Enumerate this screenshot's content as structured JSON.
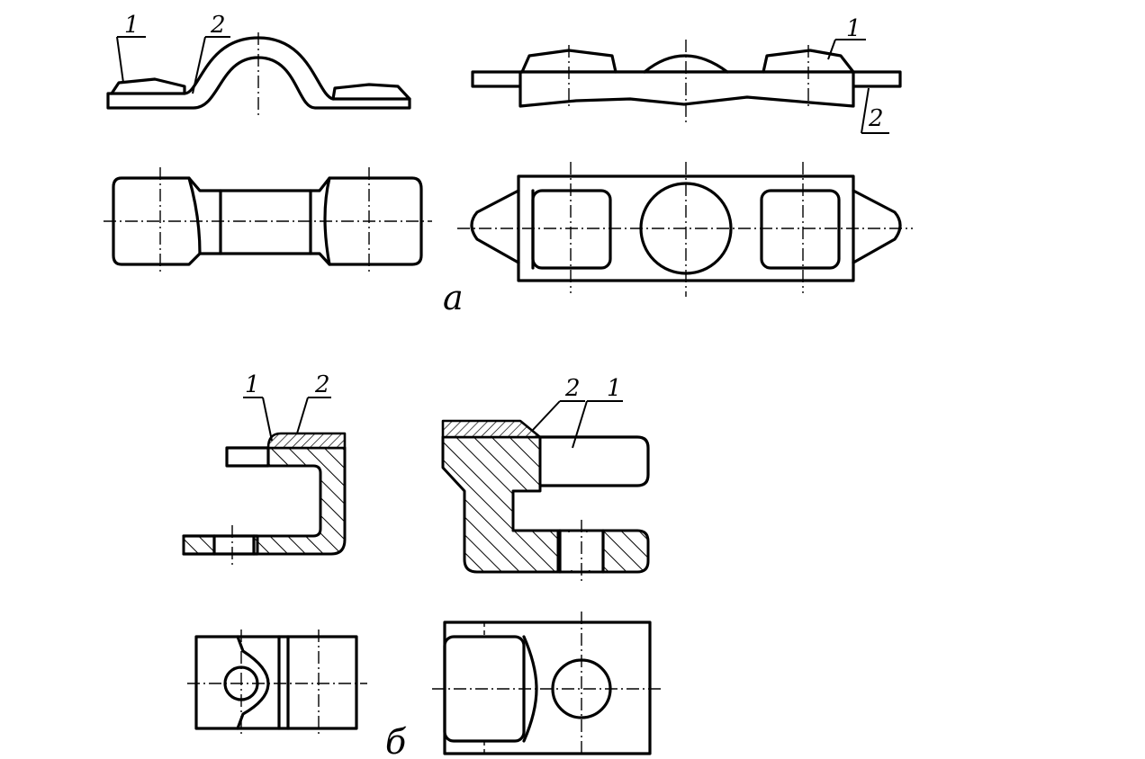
{
  "figure": {
    "part_a": {
      "caption": "а",
      "callouts": [
        {
          "id": "a-side-left-1",
          "text": "1"
        },
        {
          "id": "a-side-left-2",
          "text": "2"
        },
        {
          "id": "a-side-right-1",
          "text": "1"
        },
        {
          "id": "a-side-right-2",
          "text": "2"
        }
      ]
    },
    "part_b": {
      "caption": "б",
      "callouts": [
        {
          "id": "b-left-1",
          "text": "1"
        },
        {
          "id": "b-left-2",
          "text": "2"
        },
        {
          "id": "b-right-2",
          "text": "2"
        },
        {
          "id": "b-right-1",
          "text": "1"
        }
      ]
    }
  }
}
